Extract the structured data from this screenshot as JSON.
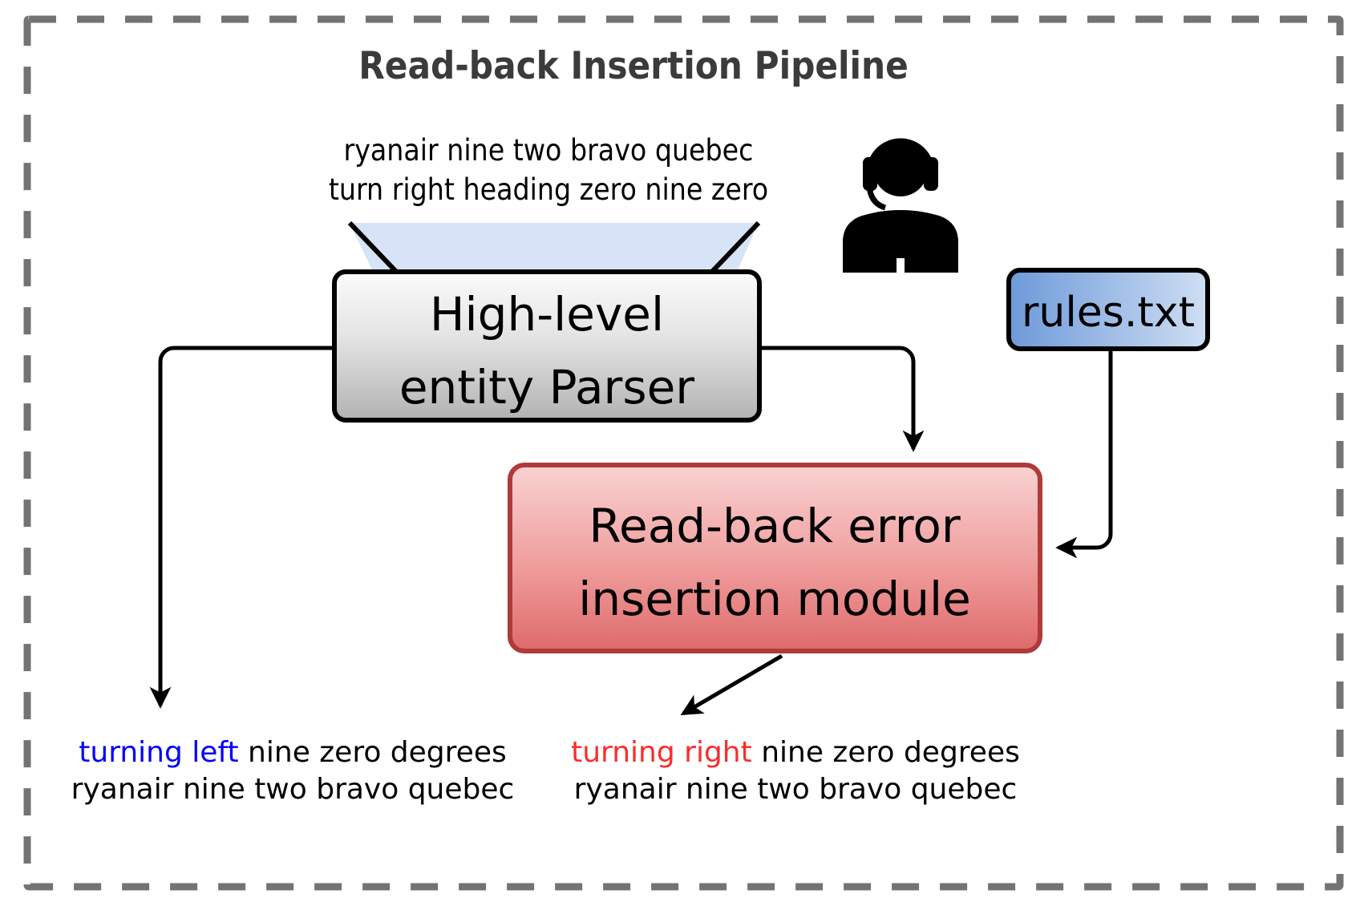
{
  "title": "Read-back Insertion Pipeline",
  "input": {
    "speaker_icon": "headset-operator-icon",
    "transcript_line1": "ryanair nine two bravo quebec",
    "transcript_line2": "turn right heading zero nine zero"
  },
  "nodes": {
    "parser": {
      "line1": "High-level",
      "line2": "entity Parser"
    },
    "rules_file": {
      "label": "rules.txt"
    },
    "error_module": {
      "line1": "Read-back error",
      "line2": "insertion module"
    }
  },
  "outputs": {
    "left": {
      "highlight": "turning left",
      "rest_line1": " nine zero degrees",
      "line2": "ryanair nine two bravo quebec",
      "highlight_color": "#0000ff"
    },
    "right": {
      "highlight": "turning right",
      "rest_line1": " nine zero degrees",
      "line2": "ryanair nine two bravo quebec",
      "highlight_color": "#fb2c2c"
    }
  },
  "colors": {
    "frame": "#737373",
    "funnel": "#d7e4f7",
    "parser_top": "#fafafa",
    "parser_bottom": "#b4b4b4",
    "rules_left": "#6e9bd8",
    "rules_right": "#cddcf2",
    "module_top": "#f7cdcd",
    "module_bottom": "#e06c6c",
    "module_border": "#b03a3a",
    "title_text": "#3b3b3b"
  }
}
